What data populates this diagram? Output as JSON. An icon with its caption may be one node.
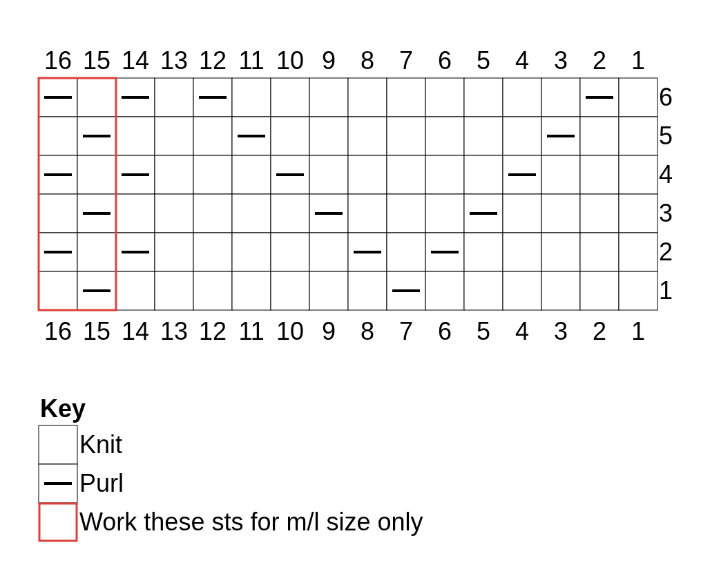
{
  "diagram": {
    "labels": [
      "16",
      "15",
      "14",
      "13",
      "12",
      "11",
      "10",
      "9",
      "8",
      "7",
      "6",
      "5",
      "4",
      "3",
      "2",
      "1",
      "6",
      "5",
      "4",
      "3",
      "2",
      "1",
      "16",
      "15",
      "14",
      "13",
      "12",
      "11",
      "10",
      "9",
      "8",
      "7",
      "6",
      "5",
      "4",
      "3",
      "2",
      "1",
      "Key"
    ],
    "legend": [
      {
        "text": "Knit"
      },
      {
        "text": "Purl"
      },
      {
        "text": "Work these sts for m/l size only"
      }
    ]
  }
}
